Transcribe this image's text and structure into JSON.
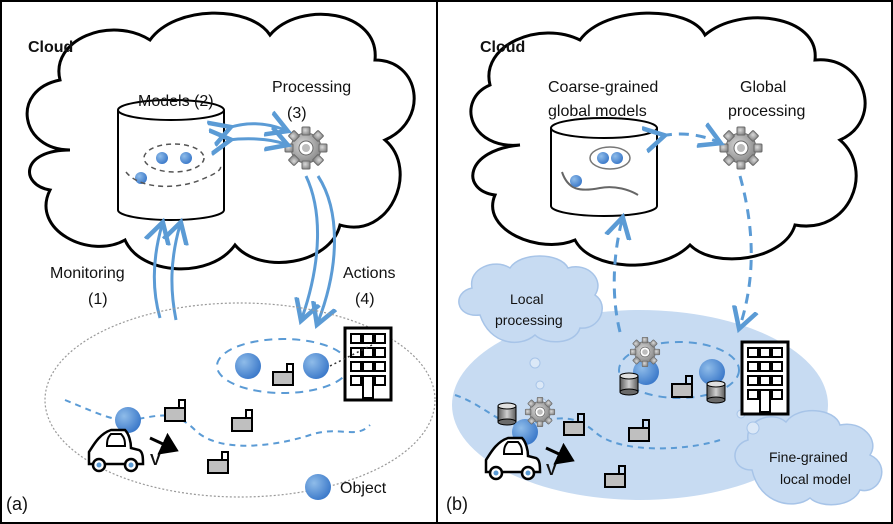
{
  "panel_a": {
    "cloud_label": "Cloud",
    "models_label": "Models (2)",
    "processing_label_line1": "Processing",
    "processing_label_line2": "(3)",
    "monitoring_label_line1": "Monitoring",
    "monitoring_label_line2": "(1)",
    "actions_label_line1": "Actions",
    "actions_label_line2": "(4)",
    "velocity_label": "V",
    "legend_label": "Object",
    "panel_label": "(a)"
  },
  "panel_b": {
    "cloud_label": "Cloud",
    "models_label_line1": "Coarse-grained",
    "models_label_line2": "global models",
    "processing_label_line1": "Global",
    "processing_label_line2": "processing",
    "local_processing_line1": "Local",
    "local_processing_line2": "processing",
    "fine_model_line1": "Fine-grained",
    "fine_model_line2": "local model",
    "velocity_label": "V",
    "panel_label": "(b)"
  },
  "colors": {
    "arrow_blue": "#5b9bd5",
    "object_blue": "#4a86d4",
    "local_area_blue": "#c7dbf2",
    "gear_gray": "#9a9a9a"
  },
  "icons": [
    "cloud-icon",
    "database-icon",
    "gear-icon",
    "building-icon",
    "car-icon",
    "sensor-icon",
    "object-icon"
  ]
}
